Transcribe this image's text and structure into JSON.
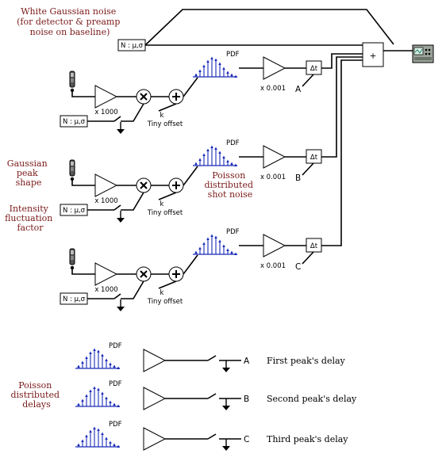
{
  "notes": {
    "white_noise": [
      "White Gaussian noise",
      "(for detector & preamp",
      "noise on baseline)"
    ],
    "gaussian_peak": [
      "Gaussian",
      "peak",
      "shape"
    ],
    "intensity": [
      "Intensity",
      "fluctuation",
      "factor"
    ],
    "poisson_shot": [
      "Poisson",
      "distributed",
      "shot noise"
    ],
    "poisson_delays": [
      "Poisson",
      "distributed",
      "delays"
    ]
  },
  "labels": {
    "noise_source": "N : μ,σ",
    "gain_up": "x 1000",
    "gain_down": "x 0.001",
    "pdf": "PDF",
    "k": "k",
    "tiny_offset": "Tiny offset",
    "delay": "Δt",
    "sum": "+"
  },
  "channels": [
    "A",
    "B",
    "C"
  ],
  "delay_rows": [
    {
      "id": "A",
      "label": "First peak's delay"
    },
    {
      "id": "B",
      "label": "Second peak's delay"
    },
    {
      "id": "C",
      "label": "Third peak's delay"
    }
  ],
  "colors": {
    "note": "#7a1a1a",
    "pdf_stem": "#1a2ab8",
    "wire": "#000000"
  },
  "icons": {
    "oscilloscope": "oscilloscope-icon",
    "source": "signal-source-icon",
    "ground": "ground-icon"
  }
}
